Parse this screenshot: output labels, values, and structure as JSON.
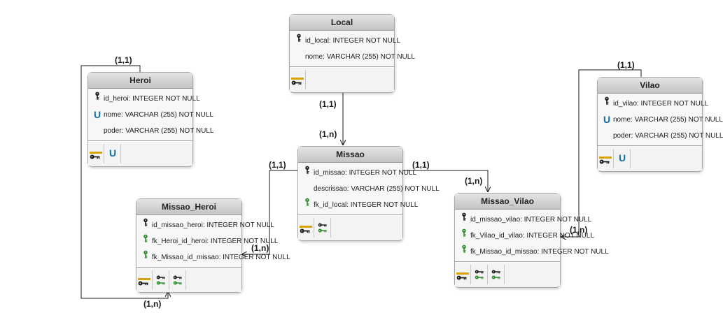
{
  "entities": {
    "local": {
      "title": "Local",
      "fields": [
        "id_local: INTEGER NOT NULL",
        "nome: VARCHAR (255) NOT NULL"
      ],
      "icons": [
        "pk-key-icon",
        "none"
      ],
      "index_icons": [
        [
          "pk-index-icon"
        ]
      ]
    },
    "heroi": {
      "title": "Heroi",
      "fields": [
        "id_heroi: INTEGER NOT NULL",
        "nome: VARCHAR (255) NOT NULL",
        "poder: VARCHAR (255) NOT NULL"
      ],
      "icons": [
        "pk-key-icon",
        "unique-icon",
        "none"
      ],
      "index_icons": [
        [
          "pk-index-icon"
        ],
        [
          "unique-index-icon"
        ]
      ]
    },
    "vilao": {
      "title": "Vilao",
      "fields": [
        "id_vilao: INTEGER NOT NULL",
        "nome: VARCHAR (255) NOT NULL",
        "poder: VARCHAR (255) NOT NULL"
      ],
      "icons": [
        "pk-key-icon",
        "unique-icon",
        "none"
      ],
      "index_icons": [
        [
          "pk-index-icon"
        ],
        [
          "unique-index-icon"
        ]
      ]
    },
    "missao": {
      "title": "Missao",
      "fields": [
        "id_missao: INTEGER NOT NULL",
        "descrissao: VARCHAR (255) NOT NULL",
        "fk_id_local: INTEGER NOT NULL"
      ],
      "icons": [
        "pk-key-icon",
        "none",
        "fk-key-icon"
      ],
      "index_icons": [
        [
          "pk-index-icon"
        ],
        [
          "fk-index-icon"
        ]
      ]
    },
    "missao_heroi": {
      "title": "Missao_Heroi",
      "fields": [
        "id_missao_heroi: INTEGER NOT NULL",
        "fk_Heroi_id_heroi: INTEGER NOT NULL",
        "fk_Missao_id_missao: INTEGER NOT NULL"
      ],
      "icons": [
        "pk-key-icon",
        "fk-key-icon",
        "fk-key-icon"
      ],
      "index_icons": [
        [
          "pk-index-icon"
        ],
        [
          "fk-index-icon"
        ],
        [
          "fk-index-icon"
        ]
      ]
    },
    "missao_vilao": {
      "title": "Missao_Vilao",
      "fields": [
        "id_missao_vilao: INTEGER NOT NULL",
        "fk_Vilao_id_vilao: INTEGER NOT NULL",
        "fk_Missao_id_missao: INTEGER NOT NULL"
      ],
      "icons": [
        "pk-key-icon",
        "fk-key-icon",
        "fk-key-icon"
      ],
      "index_icons": [
        [
          "pk-index-icon"
        ],
        [
          "fk-index-icon"
        ],
        [
          "fk-index-icon"
        ]
      ]
    }
  },
  "cardinalities": {
    "local_side": "(1,1)",
    "missao_side_local": "(1,n)",
    "heroi_side": "(1,1)",
    "missao_heroi_side_heroi": "(1,n)",
    "missao_side_heroi": "(1,1)",
    "missao_heroi_side_missao": "(1,n)",
    "missao_side_vilao": "(1,1)",
    "missao_vilao_side_missao": "(1,n)",
    "vilao_side": "(1,1)",
    "missao_vilao_side_vilao": "(1,n)"
  },
  "colors": {
    "pk_key": "#1a1a1a",
    "fk_key": "#2a8a2a",
    "index_key": "#d9a400",
    "unique": "#0f6fa8",
    "line": "#1a1a1a"
  }
}
